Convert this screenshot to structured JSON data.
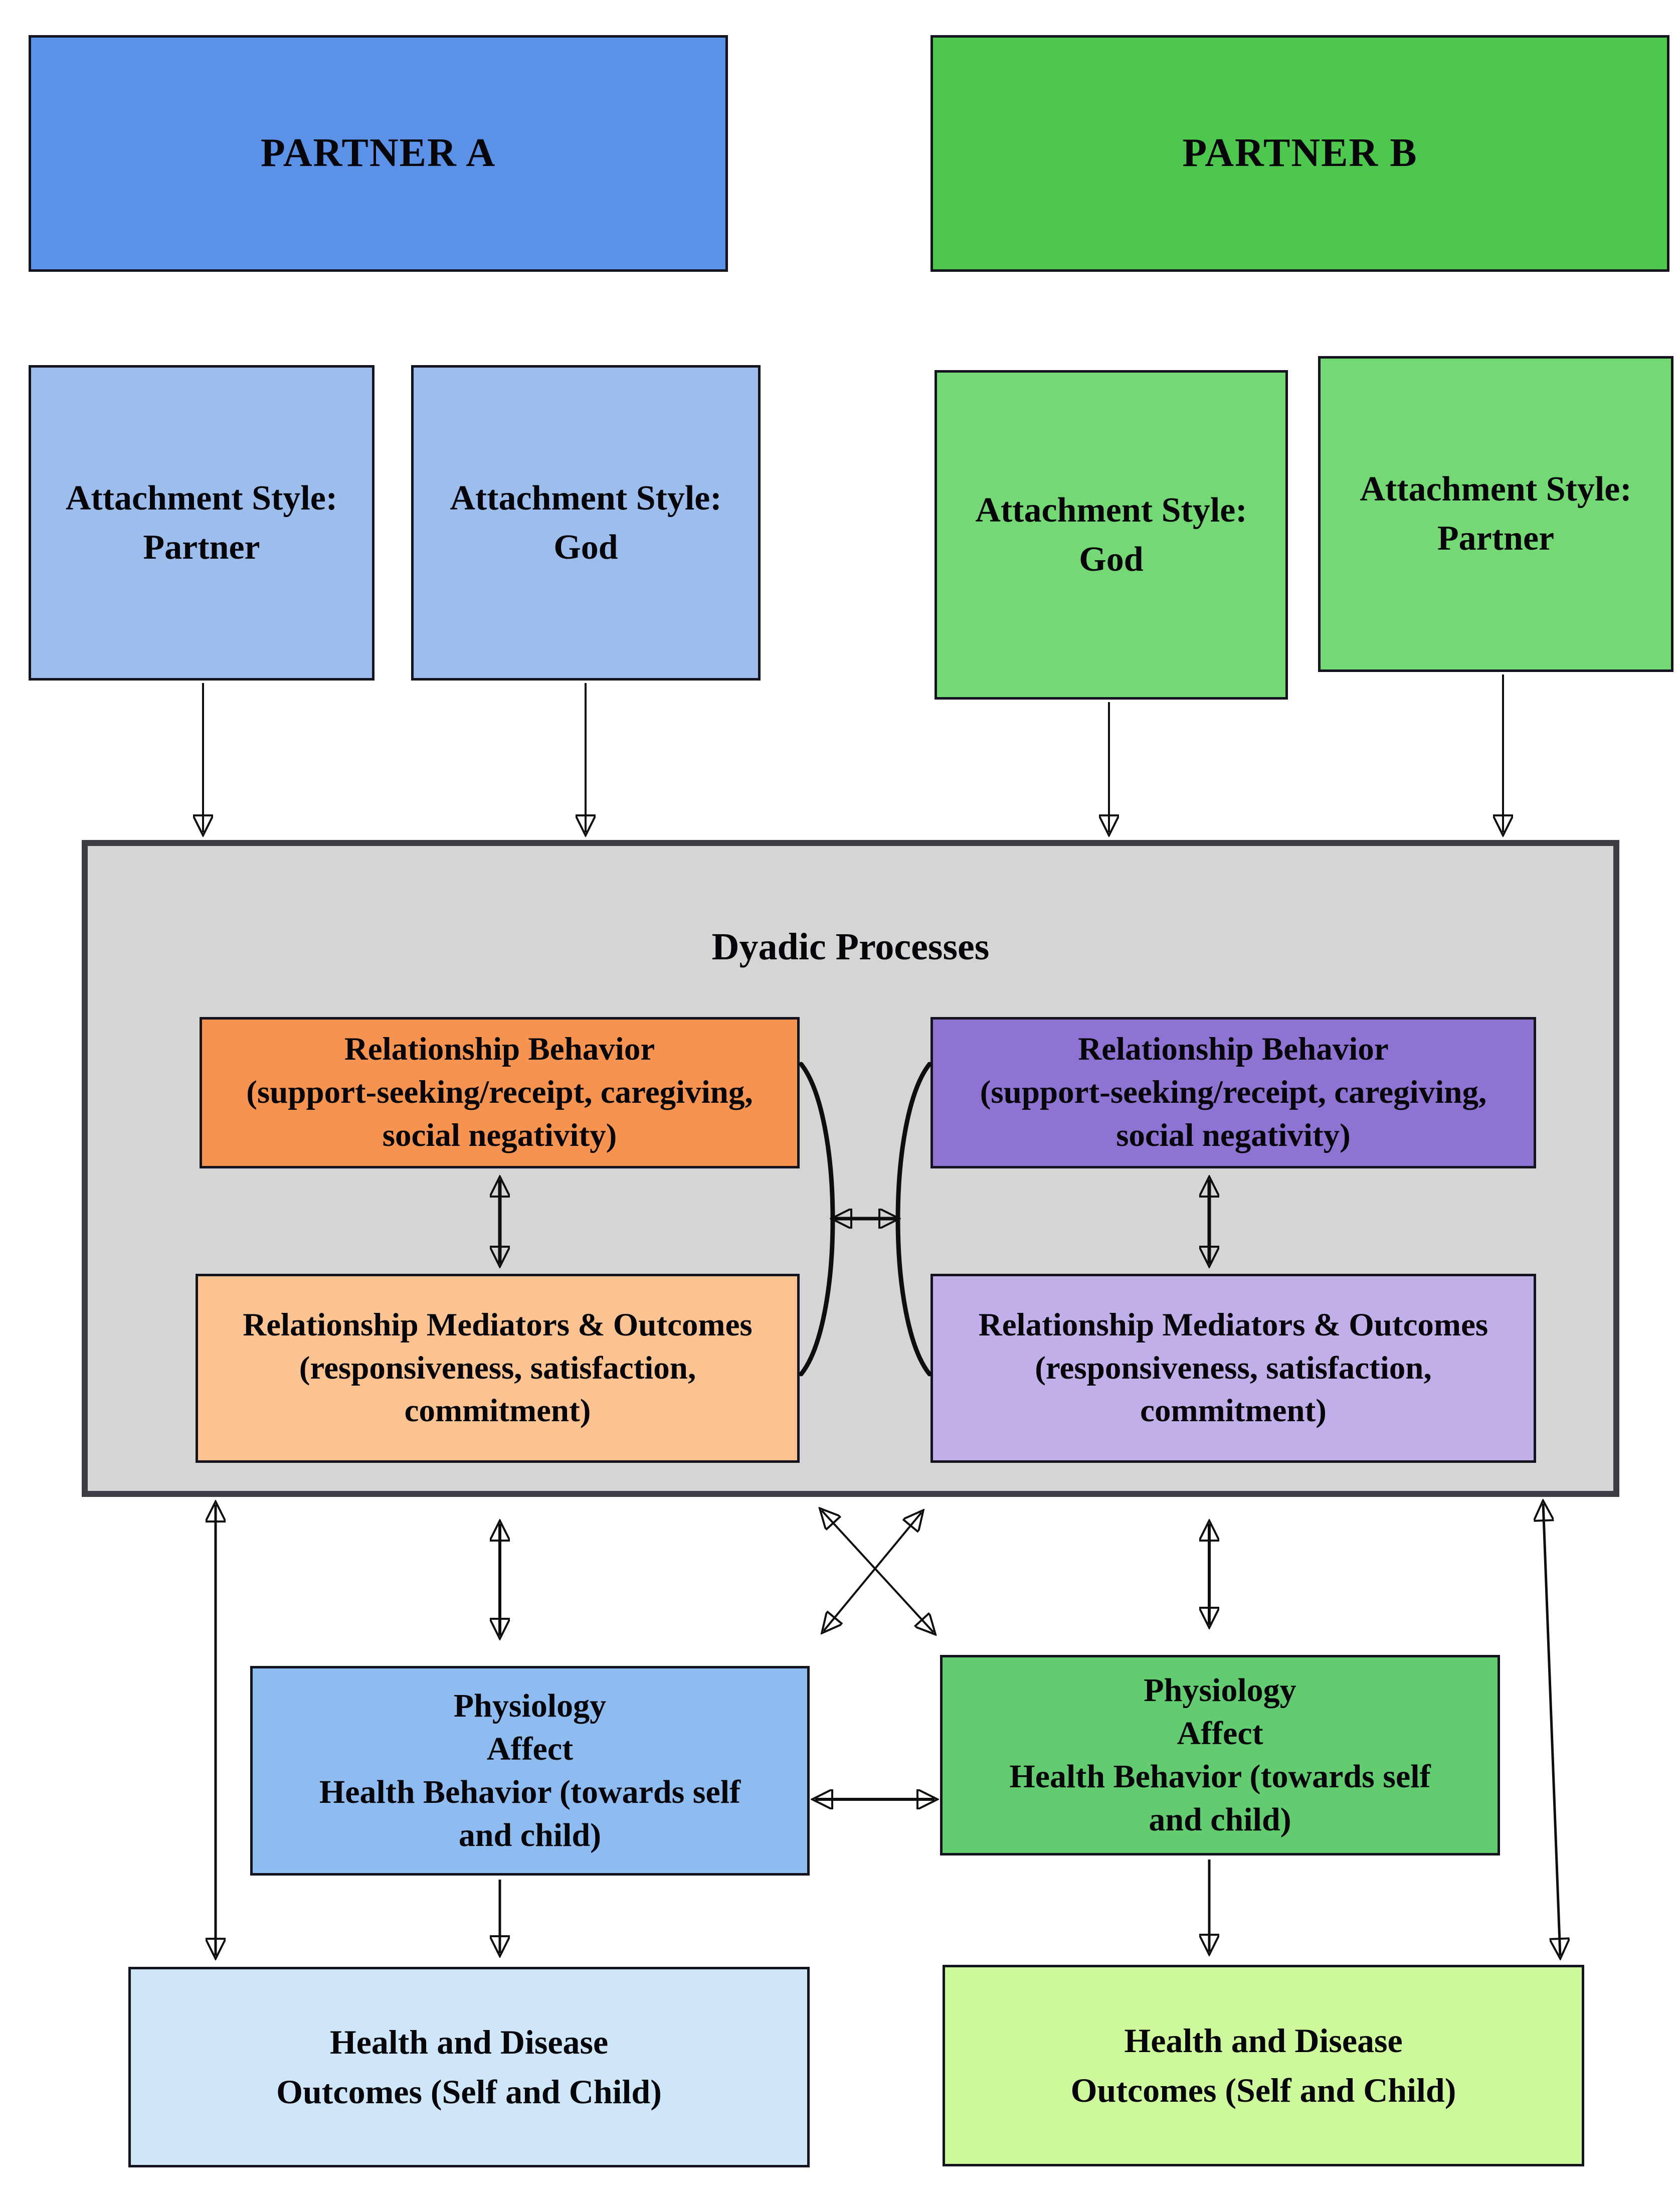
{
  "diagram": {
    "partner_a": {
      "label": "PARTNER A"
    },
    "partner_b": {
      "label": "PARTNER B"
    },
    "attachment": {
      "a_partner": "Attachment Style:\nPartner",
      "a_god": "Attachment Style:\nGod",
      "b_god": "Attachment Style:\nGod",
      "b_partner": "Attachment Style:\nPartner"
    },
    "dyadic": {
      "title": "Dyadic Processes",
      "behavior_a": "Relationship Behavior\n(support-seeking/receipt, caregiving,\nsocial negativity)",
      "behavior_b": "Relationship Behavior\n(support-seeking/receipt, caregiving,\nsocial negativity)",
      "mediators_a": "Relationship Mediators & Outcomes\n(responsiveness, satisfaction,\ncommitment)",
      "mediators_b": "Relationship Mediators & Outcomes\n(responsiveness, satisfaction,\ncommitment)"
    },
    "physiology_a": "Physiology\nAffect\nHealth Behavior (towards self\nand child)",
    "physiology_b": "Physiology\nAffect\nHealth Behavior (towards self\nand child)",
    "outcomes_a": "Health and Disease\nOutcomes (Self and Child)",
    "outcomes_b": "Health and Disease\nOutcomes (Self and Child)"
  },
  "colors": {
    "text": "#05050a",
    "arrow": "#0e0e0e",
    "box_border": "#14141e",
    "partner_a_fill": "#5b92e8",
    "partner_b_fill": "#4ec74e",
    "attach_a_fill": "#9dbdec",
    "attach_b_fill": "#74d874",
    "dyadic_fill": "#d5d5d5",
    "dyadic_border": "#3c3c44",
    "behavior_a_fill": "#f79351",
    "behavior_b_fill": "#8f73d2",
    "mediators_a_fill": "#fbc392",
    "mediators_b_fill": "#c0afe8",
    "phys_a_fill": "#8fbcf0",
    "phys_b_fill": "#63cb70",
    "health_a_fill": "#cee6f8",
    "health_b_fill": "#cdf89c"
  }
}
